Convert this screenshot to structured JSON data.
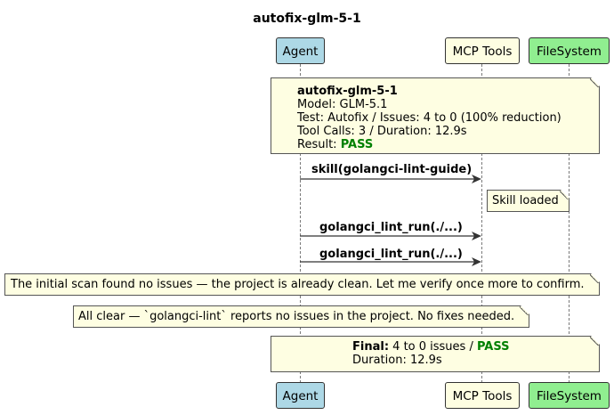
{
  "title": "autofix-glm-5-1",
  "participants": {
    "agent": "Agent",
    "mcp": "MCP Tools",
    "fs": "FileSystem"
  },
  "colors": {
    "agent": "#add8e6",
    "mcp": "#fefee2",
    "fs": "#90ee90",
    "note_bg": "#fefee2",
    "pass": "#008000"
  },
  "summary_note": {
    "heading": "autofix-glm-5-1",
    "model": "Model: GLM-5.1",
    "test": "Test: Autofix / Issues: 4 to 0 (100% reduction)",
    "tools": "Tool Calls: 3 / Duration: 12.9s",
    "result_label": "Result: ",
    "result_value": "PASS"
  },
  "messages": [
    "skill(golangci-lint-guide)",
    "golangci_lint_run(./...)",
    "golangci_lint_run(./...)"
  ],
  "skill_note": "Skill loaded",
  "scan_note": "The initial scan found no issues — the project is already clean. Let me verify once more to confirm.",
  "clear_note": "All clear — `golangci-lint` reports no issues in the project. No fixes needed.",
  "final_note": {
    "label": "Final:",
    "text": " 4 to 0 issues / ",
    "result": "PASS",
    "duration": "Duration: 12.9s"
  }
}
